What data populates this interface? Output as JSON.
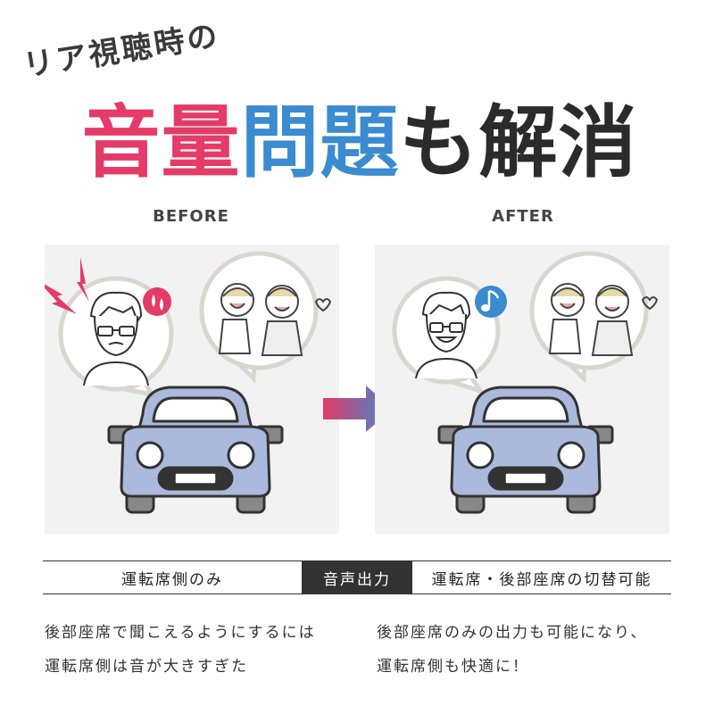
{
  "subtitle": "リア視聴時の",
  "headline": [
    {
      "text": "音量",
      "color": "#e43b68"
    },
    {
      "text": "問題",
      "color": "#3a8bd0"
    },
    {
      "text": "も解消",
      "color": "#2b2b2b"
    }
  ],
  "before": {
    "label": "BEFORE"
  },
  "after": {
    "label": "AFTER"
  },
  "colors": {
    "pink": "#e43b68",
    "blue": "#3a8bd0",
    "car_body": "#aab9dc",
    "panel_bg": "#f2f2f2",
    "dark": "#333333"
  },
  "icons": [
    "lightning-icon",
    "sweat-drop-icon",
    "music-note-icon",
    "heart-icon",
    "arrow-right-icon"
  ],
  "comparison_bar": {
    "left": "運転席側のみ",
    "middle": "音声出力",
    "right": "運転席・後部座席の切替可能"
  },
  "before_desc": [
    "後部座席で聞こえるようにするには",
    "運転席側は音が大きすぎた"
  ],
  "after_desc": [
    "後部座席のみの出力も可能になり、",
    "運転席側も快適に！"
  ]
}
